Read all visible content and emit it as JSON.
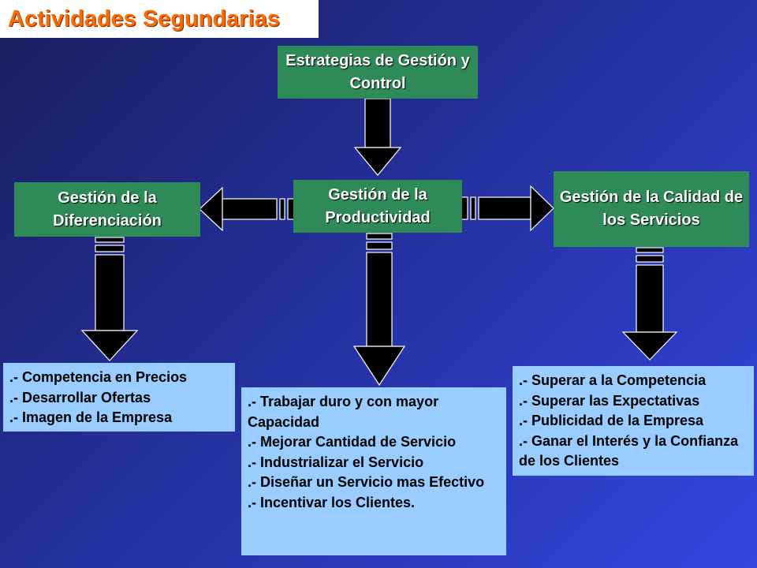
{
  "title": "Actividades Segundarias",
  "boxes": {
    "top": "Estrategias de Gestión y Control",
    "center": "Gestión de la Productividad",
    "left": "Gestión de la Diferenciación",
    "right": "Gestión de la Calidad de los Servicios"
  },
  "lists": {
    "left": [
      ".- Competencia en Precios",
      ".- Desarrollar Ofertas",
      ".- Imagen de la Empresa"
    ],
    "center": [
      ".- Trabajar duro y con mayor Capacidad",
      ".- Mejorar Cantidad de Servicio",
      ".- Industrializar el Servicio",
      ".- Diseñar un Servicio mas Efectivo",
      ".- Incentivar los Clientes."
    ],
    "right": [
      ".- Superar a la Competencia",
      ".- Superar las Expectativas",
      ".- Publicidad de la Empresa",
      ".- Ganar el Interés y la Confianza de los Clientes"
    ]
  },
  "colors": {
    "green_box": "#2e8b57",
    "list_box": "#99ccff",
    "title_text": "#ff6a00",
    "arrow": "#000000"
  }
}
